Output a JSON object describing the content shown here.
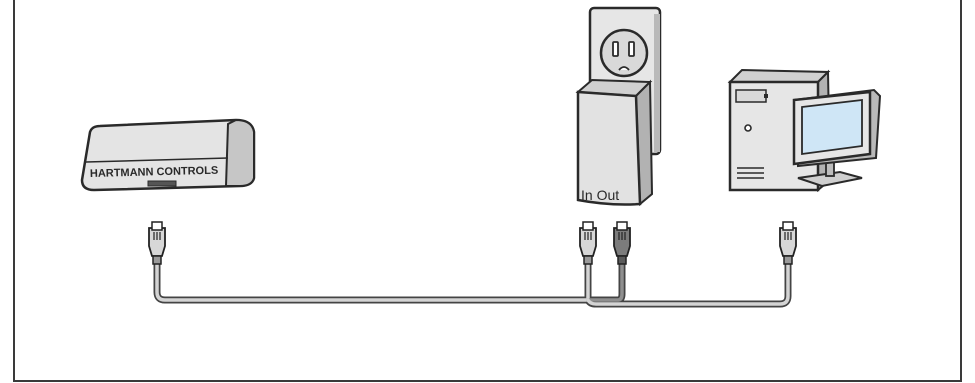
{
  "diagram": {
    "devices": [
      {
        "id": "hvac-unit",
        "brand_label": "HARTMANN CONTROLS"
      },
      {
        "id": "power-adapter",
        "port_labels": "In Out"
      },
      {
        "id": "computer"
      }
    ],
    "colors": {
      "frame": "#3a3a3a",
      "outline": "#2a2a2a",
      "device_fill": "#e6e6e6",
      "device_shade": "#b9b9b9",
      "screen": "#cfe6f6",
      "cable": "#9a9a9a",
      "connector_light": "#d7d7d7",
      "connector_dark": "#7c7c7c"
    }
  }
}
